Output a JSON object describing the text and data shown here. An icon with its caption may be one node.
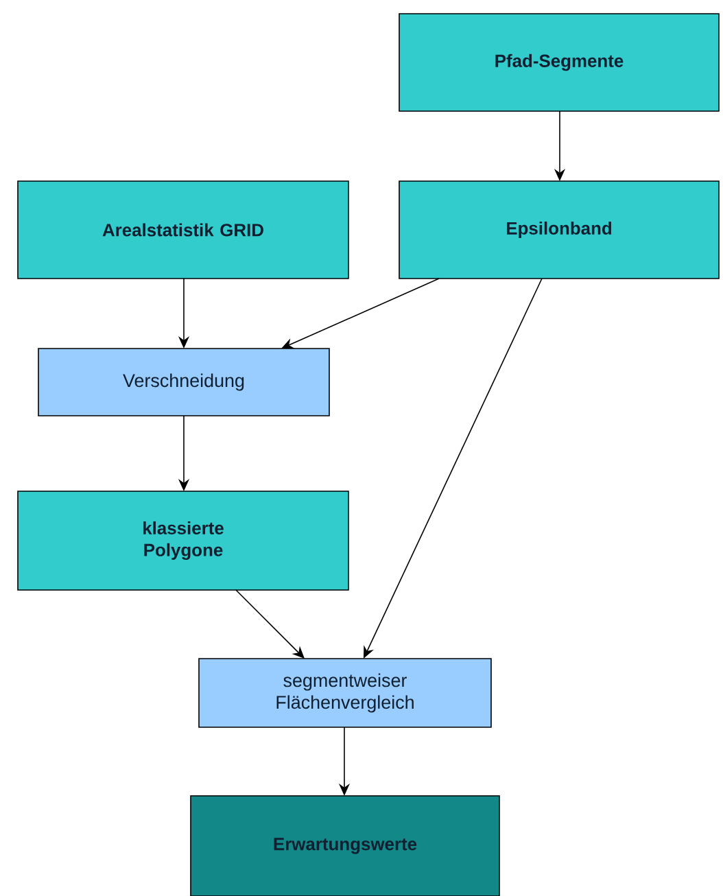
{
  "diagram": {
    "nodes": [
      {
        "text": [
          "Pfad-Segmente"
        ]
      },
      {
        "text": [
          "Arealstatistik GRID"
        ]
      },
      {
        "text": [
          "Epsilonband"
        ]
      },
      {
        "text": [
          "Verschneidung"
        ]
      },
      {
        "text": [
          "klassierte Polygone"
        ]
      },
      {
        "text": [
          "segmentweiser Flächenvergleich"
        ]
      },
      {
        "text": [
          "Erwartungswerte"
        ]
      }
    ],
    "edges": [
      {
        "from": 0,
        "to": 2,
        "arrow": "to"
      },
      {
        "from": 1,
        "to": 3,
        "arrow": "to"
      },
      {
        "from": 2,
        "to": 3,
        "arrow": "to"
      },
      {
        "from": 3,
        "to": 4,
        "arrow": "to"
      },
      {
        "from": 4,
        "to": 5,
        "arrow": "to"
      },
      {
        "from": 2,
        "to": 5,
        "arrow": "to"
      },
      {
        "from": 5,
        "to": 6,
        "arrow": "to"
      }
    ]
  }
}
